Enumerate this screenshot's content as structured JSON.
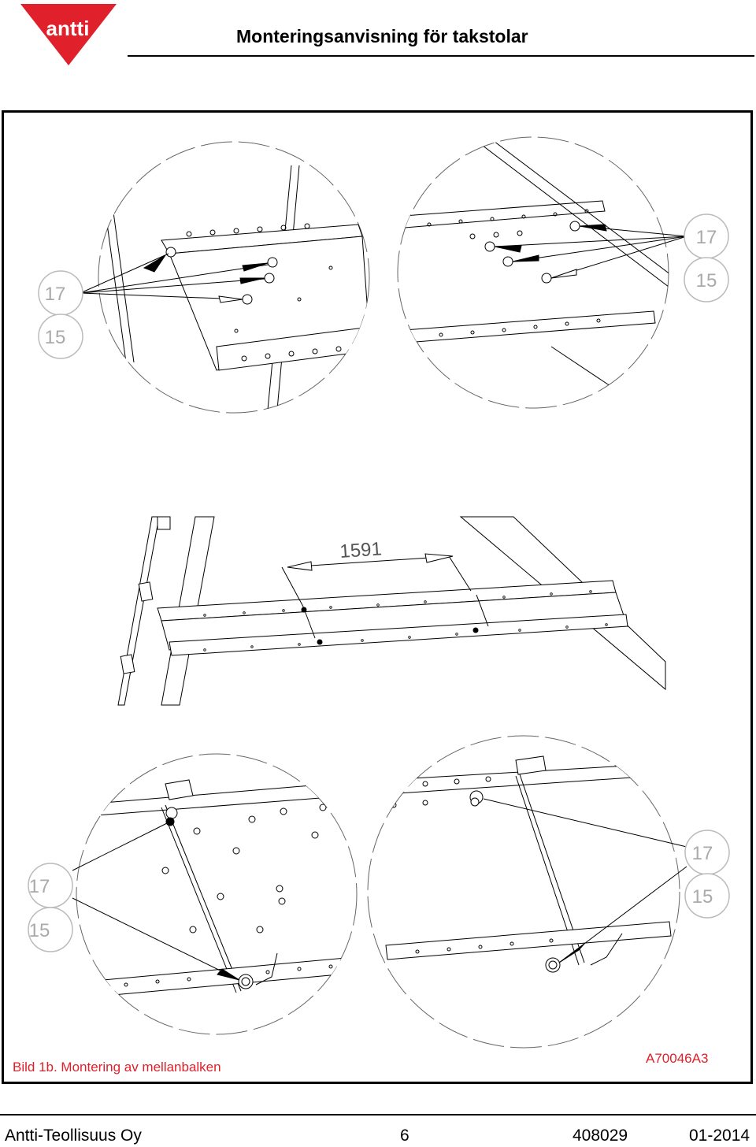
{
  "header": {
    "logo_text": "antti",
    "title": "Monteringsanvisning för takstolar"
  },
  "figure": {
    "caption": "Bild 1b. Montering av mellanbalken",
    "drawing_number": "A70046A3",
    "dimension_label": "1591",
    "part_labels": {
      "bolt": "17",
      "nut": "15"
    }
  },
  "footer": {
    "company": "Antti-Teollisuus Oy",
    "page": "6",
    "doc_number": "408029",
    "date": "01-2014"
  },
  "colors": {
    "brand_red": "#e0202a",
    "line": "#000000",
    "callout_circle": "#bbbbbb"
  }
}
